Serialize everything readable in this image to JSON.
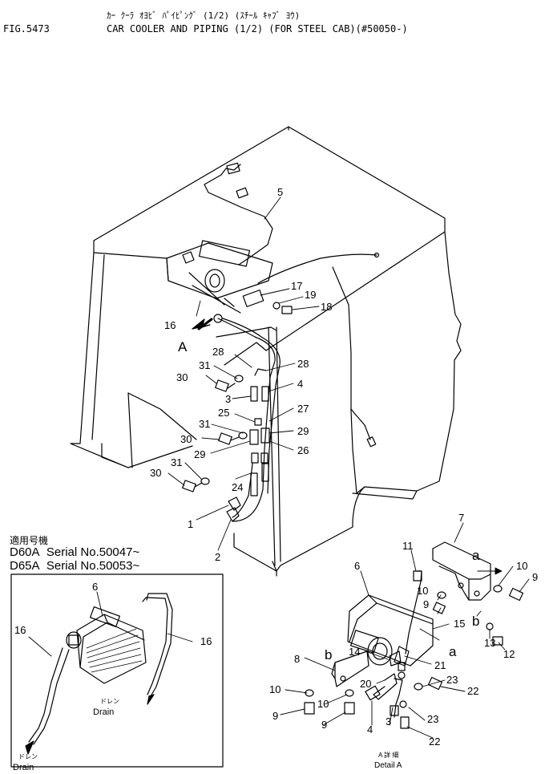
{
  "header": {
    "fig_number": "FIG.5473",
    "title_jp": "ｶｰ ｸｰﾗ ｵﾖﾋﾞ ﾊﾟｲﾋﾟﾝｸﾞ (1/2) (ｽﾁｰﾙ ｷｬﾌﾞ ﾖｳ)",
    "title_en": "CAR COOLER AND PIPING (1/2) (FOR STEEL CAB)(#50050-)"
  },
  "serials": {
    "heading": "適用号機",
    "rows": [
      {
        "model": "D60A",
        "serial": "Serial No.50047~"
      },
      {
        "model": "D65A",
        "serial": "Serial No.50053~"
      }
    ]
  },
  "view_marks": {
    "a": "a",
    "b": "b",
    "A": "A"
  },
  "captions": {
    "detail_jp": "A 詳 細",
    "detail_en": "Detail A",
    "drain_jp": "ドレン",
    "drain_en": "Drain"
  },
  "part_labels": {
    "main": [
      "5",
      "17",
      "19",
      "18",
      "16",
      "28",
      "28",
      "31",
      "4",
      "30",
      "3",
      "25",
      "27",
      "31",
      "29",
      "30",
      "29",
      "26",
      "31",
      "30",
      "24",
      "1",
      "2"
    ],
    "detail": [
      "7",
      "11",
      "6",
      "10",
      "9",
      "10",
      "9",
      "15",
      "13",
      "12",
      "14",
      "8",
      "21",
      "20",
      "23",
      "22",
      "10",
      "10",
      "9",
      "9",
      "4",
      "3",
      "23",
      "22"
    ],
    "inset": [
      "6",
      "16",
      "16"
    ]
  }
}
